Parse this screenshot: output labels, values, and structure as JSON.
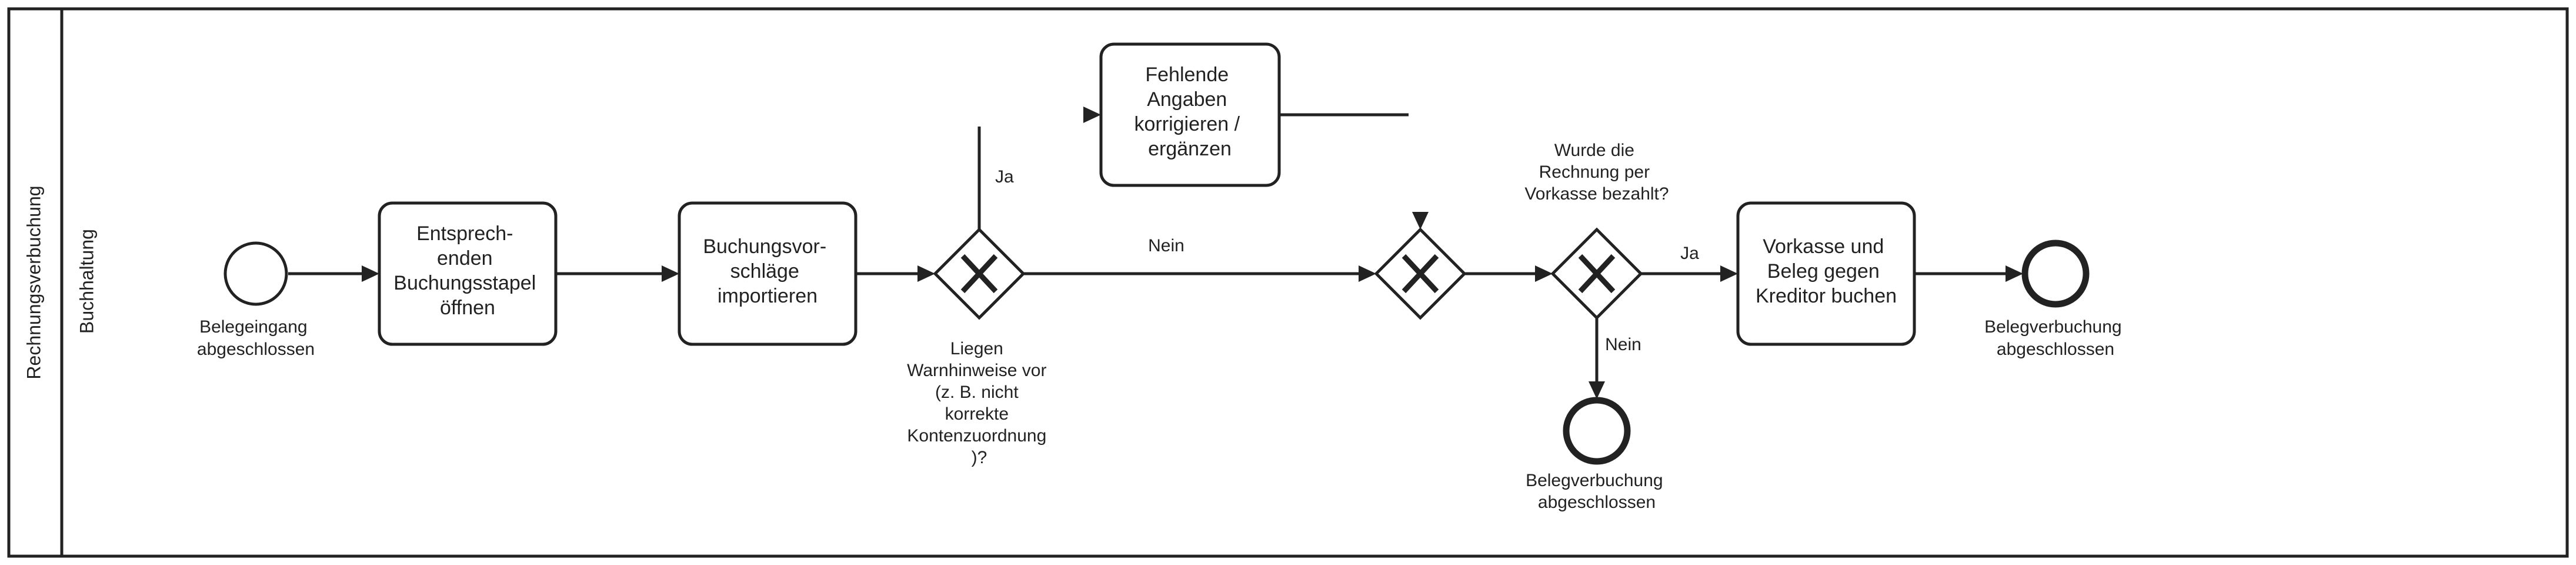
{
  "pool": {
    "name": "Rechnungsverbuchung"
  },
  "lane": {
    "name": "Buchhaltung"
  },
  "events": {
    "start": {
      "label_lines": [
        "Belegeingang",
        "abgeschlossen"
      ]
    },
    "end_main": {
      "label_lines": [
        "Belegverbuchung",
        "abgeschlossen"
      ]
    },
    "end_no": {
      "label_lines": [
        "Belegverbuchung",
        "abgeschlossen"
      ]
    }
  },
  "tasks": {
    "open_batch": {
      "label_lines": [
        "Entsprech-",
        "enden",
        "Buchungsstapel",
        "öffnen"
      ]
    },
    "import": {
      "label_lines": [
        "Buchungsvor-",
        "schläge",
        "importieren"
      ]
    },
    "correct": {
      "label_lines": [
        "Fehlende",
        "Angaben",
        "korrigieren /",
        "ergänzen"
      ]
    },
    "book": {
      "label_lines": [
        "Vorkasse und",
        "Beleg gegen",
        "Kreditor buchen"
      ]
    }
  },
  "gateways": {
    "warnings": {
      "question_lines": [
        "Liegen",
        "Warnhinweise vor",
        "(z. B. nicht",
        "korrekte",
        "Kontenzuordnung",
        ")?"
      ]
    },
    "merge": {},
    "prepayment": {
      "question_lines": [
        "Wurde die",
        "Rechnung per",
        "Vorkasse bezahlt?"
      ]
    }
  },
  "flows": {
    "warnings_yes": "Ja",
    "warnings_no": "Nein",
    "prepayment_yes": "Ja",
    "prepayment_no": "Nein"
  },
  "colors": {
    "stroke": "#222222",
    "fill": "#ffffff",
    "text": "#222222"
  }
}
